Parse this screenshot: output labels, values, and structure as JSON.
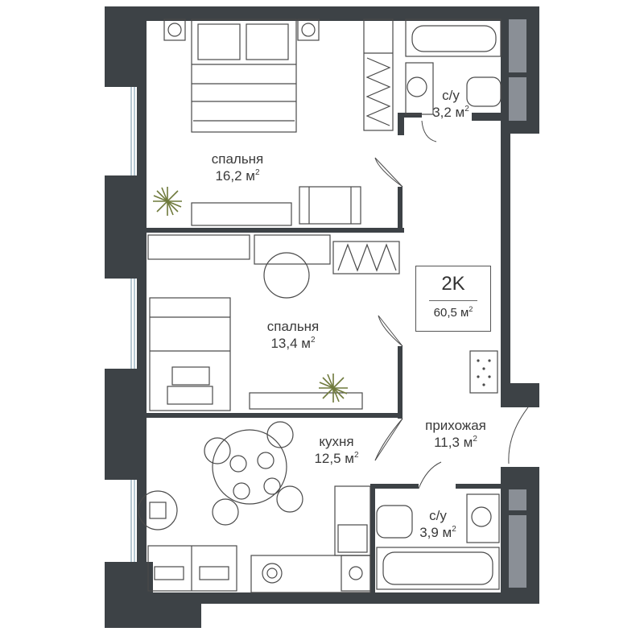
{
  "apartment": {
    "type_code": "2K",
    "total_area_value": "60,5 м",
    "area_power": "2"
  },
  "rooms": [
    {
      "id": "bedroom1",
      "name": "спальня",
      "area": "16,2 м",
      "power": "2"
    },
    {
      "id": "bedroom2",
      "name": "спальня",
      "area": "13,4 м",
      "power": "2"
    },
    {
      "id": "kitchen",
      "name": "кухня",
      "area": "12,5 м",
      "power": "2"
    },
    {
      "id": "hallway",
      "name": "прихожая",
      "area": "11,3 м",
      "power": "2"
    },
    {
      "id": "bath1",
      "name": "с/у",
      "area": "3,2 м",
      "power": "2"
    },
    {
      "id": "bath2",
      "name": "с/у",
      "area": "3,9 м",
      "power": "2"
    }
  ],
  "colors": {
    "wall": "#3d4246",
    "wall_light": "#8a8f96",
    "line": "#4a4a4a",
    "plant": "#6f7a3c",
    "text": "#3a3a3a"
  }
}
